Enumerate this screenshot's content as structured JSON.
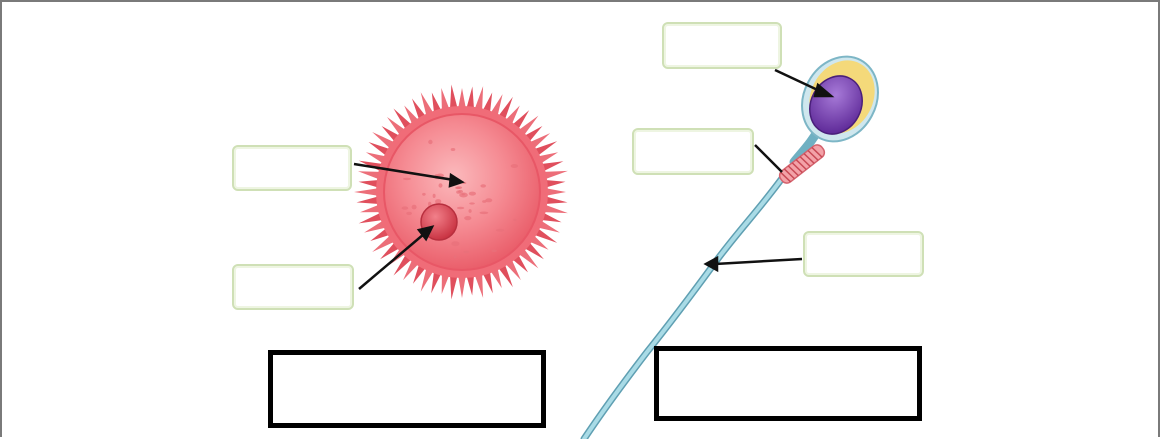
{
  "diagram": {
    "subjects": [
      {
        "id": "egg-cell",
        "name": ""
      },
      {
        "id": "sperm-cell",
        "name": ""
      }
    ],
    "label_boxes": [
      {
        "id": "egg-label-1",
        "text": ""
      },
      {
        "id": "egg-label-2",
        "text": ""
      },
      {
        "id": "sperm-label-1",
        "text": ""
      },
      {
        "id": "sperm-label-2",
        "text": ""
      },
      {
        "id": "sperm-label-3",
        "text": ""
      }
    ],
    "answer_boxes": [
      {
        "id": "egg-answer",
        "text": ""
      },
      {
        "id": "sperm-answer",
        "text": ""
      }
    ],
    "colors": {
      "egg_fill": "#f0717a",
      "egg_spikes": "#e35a66",
      "nucleus": "#d9424f",
      "sperm_head_outer": "#f4dc7a",
      "sperm_head_inner": "#7b3fb3",
      "sperm_midpiece": "#e57f86",
      "tail": "#8cc7d6",
      "label_border": "#cfe0b6",
      "answer_border": "#000000"
    }
  }
}
